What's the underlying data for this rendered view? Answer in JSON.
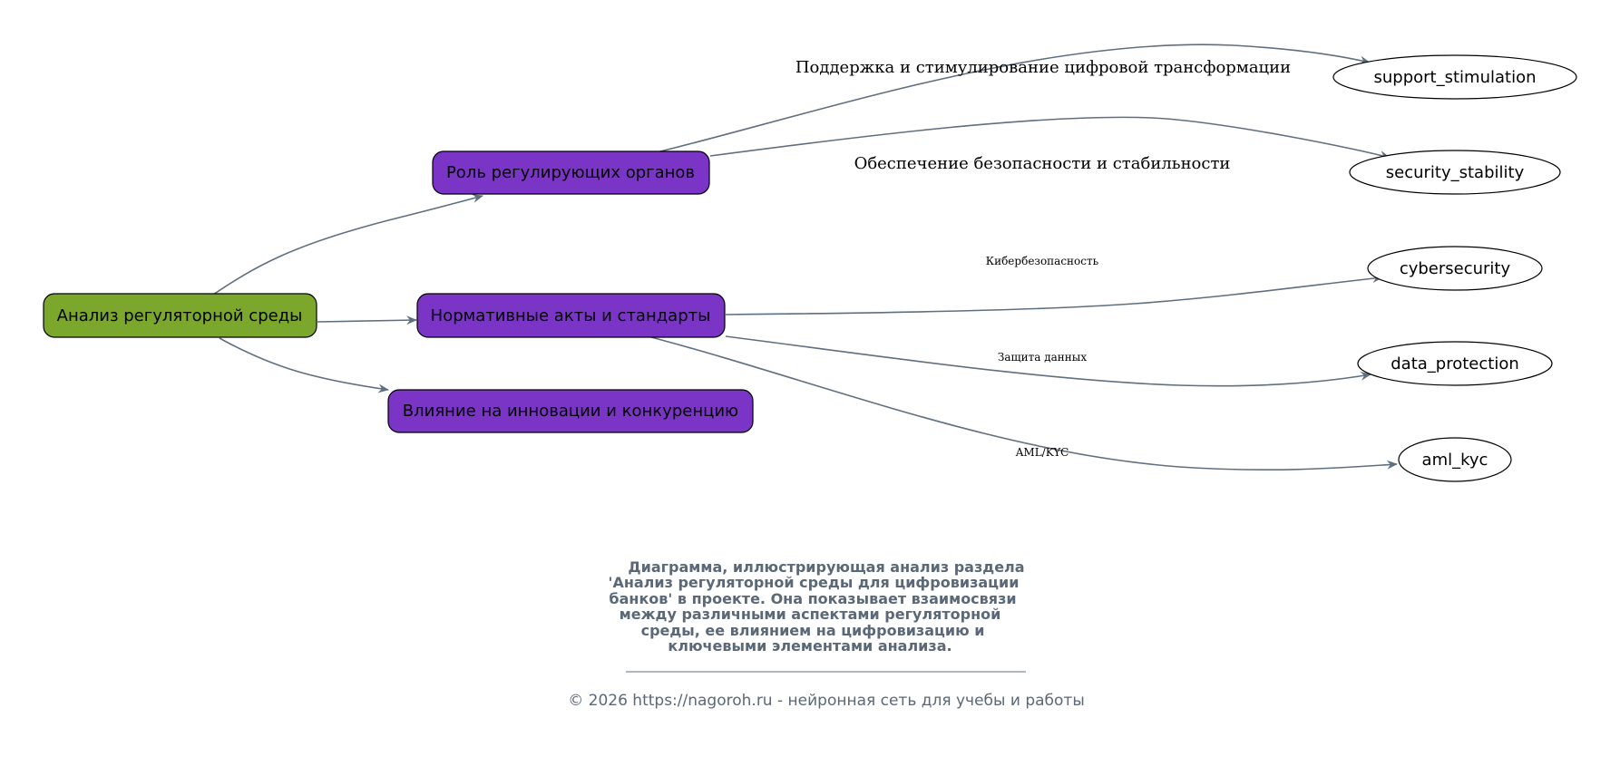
{
  "colors": {
    "root_fill": "#7ba82c",
    "section_fill": "#7b35c6",
    "edge": "#5f6f7f",
    "caption": "#5a6877"
  },
  "nodes": {
    "root": "Анализ регуляторной среды",
    "role": "Роль регулирующих органов",
    "acts": "Нормативные акты и стандарты",
    "influence": "Влияние на инновации и конкуренцию",
    "support_stimulation": "support_stimulation",
    "security_stability": "security_stability",
    "cybersecurity": "cybersecurity",
    "data_protection": "data_protection",
    "aml_kyc": "aml_kyc"
  },
  "edge_labels": {
    "support": "Поддержка и стимулирование цифровой трансформации",
    "security": "Обеспечение безопасности и стабильности",
    "cyber": "Кибербезопасность",
    "data": "Защита данных",
    "aml": "AML/KYC"
  },
  "caption_lines": [
    "Диаграмма, иллюстрирующая анализ раздела",
    "'Анализ регуляторной среды для цифровизации",
    "банков' в проекте. Она показывает взаимосвязи",
    "между различными аспектами регуляторной",
    "среды, ее влиянием на цифровизацию и",
    "ключевыми элементами анализа."
  ],
  "footer": "© 2026 https://nagoroh.ru - нейронная сеть для учебы и работы"
}
